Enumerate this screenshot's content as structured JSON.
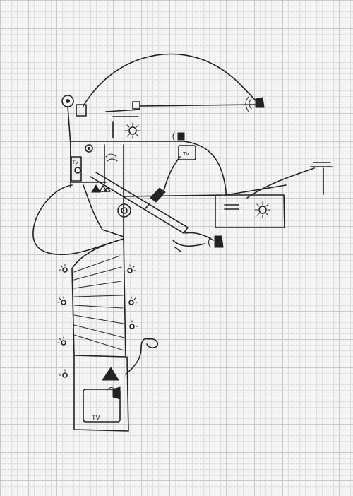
{
  "labels": {
    "tv_small_top": "TV",
    "tv_wall": "TV",
    "tv_bottom": "TV"
  },
  "colors": {
    "ink": "#222222",
    "paper": "#f4f4f4",
    "grid_major": "#c9c9c9",
    "grid_minor": "#e0e0e0"
  }
}
